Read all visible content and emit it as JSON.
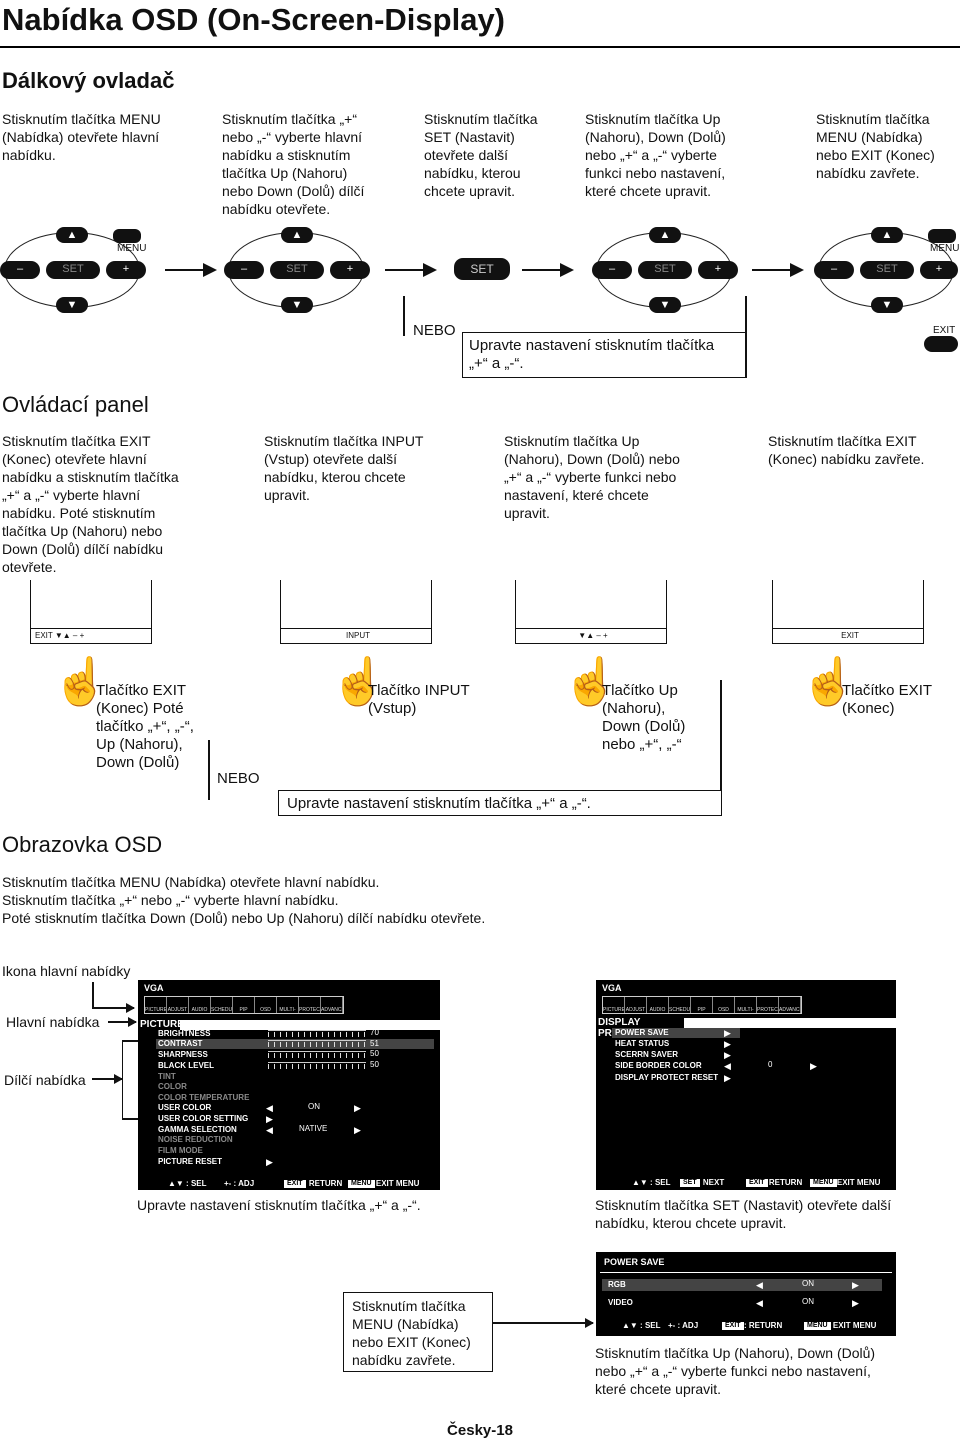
{
  "title": "Nabídka OSD (On-Screen-Display)",
  "remote": {
    "heading": "Dálkový ovladač",
    "steps": [
      "Stisknutím tlačítka MENU\n(Nabídka) otevřete hlavní\nnabídku.",
      "Stisknutím tlačítka „+“\nnebo „-“ vyberte hlavní\nnabídku a stisknutím\ntlačítka Up (Nahoru)\nnebo Down (Dolů) dílčí\nnabídku otevřete.",
      "Stisknutím tlačítka\nSET (Nastavit)\notevřete další\nnabídku, kterou\nchcete upravit.",
      "Stisknutím tlačítka Up\n(Nahoru), Down (Dolů)\nnebo „+“ a „-“ vyberte\nfunkci nebo nastavení,\nkteré chcete upravit.",
      "Stisknutím tlačítka\nMENU (Nabídka)\nnebo EXIT (Konec)\nnabídku zavřete."
    ],
    "button_labels": {
      "up": "▲",
      "down": "▼",
      "minus": "–",
      "plus": "+",
      "set": "SET",
      "menu": "MENU",
      "exit": "EXIT"
    },
    "or_label": "NEBO",
    "adjust_note": "Upravte nastavení stisknutím tlačítka\n„+“ a „-“."
  },
  "panel": {
    "heading": "Ovládací panel",
    "steps": [
      "Stisknutím tlačítka EXIT\n(Konec) otevřete hlavní\nnabídku a stisknutím tlačítka\n„+“ a „-“ vyberte hlavní\nnabídku. Poté stisknutím\ntlačítka Up (Nahoru) nebo\nDown (Dolů) dílčí nabídku\notevřete.",
      "Stisknutím tlačítka INPUT\n(Vstup) otevřete další\nnabídku, kterou chcete\nupravit.",
      "Stisknutím tlačítka Up\n(Nahoru), Down (Dolů) nebo\n„+“ a „-“ vyberte funkci nebo\nnastavení, které chcete\nupravit.",
      "Stisknutím tlačítka EXIT\n(Konec) nabídku zavřete."
    ],
    "strip_labels": [
      "EXIT   ▼▲  –  +",
      "INPUT",
      "▼▲  – +",
      "EXIT"
    ],
    "hand_labels": [
      "Tlačítko EXIT\n(Konec) Poté\ntlačítko „+“, „-“,\nUp (Nahoru),\nDown (Dolů)",
      "Tlačítko INPUT\n(Vstup)",
      "Tlačítko Up\n(Nahoru),\nDown (Dolů)\nnebo „+“, „-“",
      "Tlačítko EXIT\n(Konec)"
    ],
    "or_label": "NEBO",
    "adjust_note": "Upravte nastavení stisknutím tlačítka „+“ a „-“."
  },
  "osd_section": {
    "heading": "Obrazovka OSD",
    "intro": "Stisknutím tlačítka MENU (Nabídka) otevřete hlavní nabídku.\nStisknutím tlačítka „+“ nebo „-“ vyberte hlavní nabídku.\nPoté stisknutím tlačítka Down (Dolů) nebo Up (Nahoru) dílčí nabídku otevřete.",
    "labels": {
      "icon": "Ikona hlavní nabídky",
      "main": "Hlavní nabídka",
      "sub": "Dílčí nabídka"
    },
    "left_osd": {
      "source": "VGA",
      "icons": [
        "PICTURE",
        "ADJUST",
        "AUDIO",
        "SCHEDULE",
        "PIP",
        "OSD",
        "MULTI-DSP",
        "PROTECT",
        "ADVANCED"
      ],
      "category": "PICTURE",
      "items": [
        {
          "label": "BRIGHTNESS",
          "value": "70"
        },
        {
          "label": "CONTRAST",
          "value": "51"
        },
        {
          "label": "SHARPNESS",
          "value": "50"
        },
        {
          "label": "BLACK LEVEL",
          "value": "50"
        },
        {
          "label": "TINT",
          "value": ""
        },
        {
          "label": "COLOR",
          "value": ""
        },
        {
          "label": "COLOR TEMPERATURE",
          "value": ""
        },
        {
          "label": "USER COLOR",
          "value": "ON"
        },
        {
          "label": "USER COLOR SETTING",
          "value": ""
        },
        {
          "label": "GAMMA SELECTION",
          "value": "NATIVE"
        },
        {
          "label": "NOISE REDUCTION",
          "value": ""
        },
        {
          "label": "FILM MODE",
          "value": ""
        },
        {
          "label": "PICTURE RESET",
          "value": ""
        }
      ],
      "footer": [
        "▲▼ : SEL",
        "+- : ADJ",
        "EXIT",
        ": RETURN",
        "MENU",
        ": EXIT MENU"
      ]
    },
    "left_caption": "Upravte nastavení stisknutím tlačítka „+“ a „-“.",
    "right_osd": {
      "source": "VGA",
      "category": "DISPLAY PROTECT",
      "items": [
        {
          "label": "POWER SAVE",
          "value": ""
        },
        {
          "label": "HEAT STATUS",
          "value": ""
        },
        {
          "label": "SCERRN SAVER",
          "value": ""
        },
        {
          "label": "SIDE BORDER COLOR",
          "value": "0"
        },
        {
          "label": "DISPLAY PROTECT RESET",
          "value": ""
        }
      ],
      "footer": [
        "▲▼ : SEL",
        "SET",
        ": NEXT",
        "EXIT",
        ": RETURN",
        "MENU",
        ": EXIT MENU"
      ]
    },
    "right_caption": "Stisknutím tlačítka SET (Nastavit) otevřete další\nnabídku, kterou chcete upravit.",
    "sub_osd": {
      "title": "POWER SAVE",
      "items": [
        {
          "label": "RGB",
          "value": "ON"
        },
        {
          "label": "VIDEO",
          "value": "ON"
        }
      ],
      "footer": [
        "▲▼ : SEL",
        "+- : ADJ",
        "EXIT",
        ": RETURN",
        "MENU",
        ": EXIT MENU"
      ]
    },
    "close_box": "Stisknutím tlačítka\nMENU (Nabídka)\nnebo EXIT (Konec)\nnabídku zavřete.",
    "sub_caption": "Stisknutím tlačítka Up (Nahoru), Down (Dolů)\nnebo „+“ a „-“ vyberte funkci nebo nastavení,\nkteré chcete upravit."
  },
  "page_number": "Česky-18"
}
